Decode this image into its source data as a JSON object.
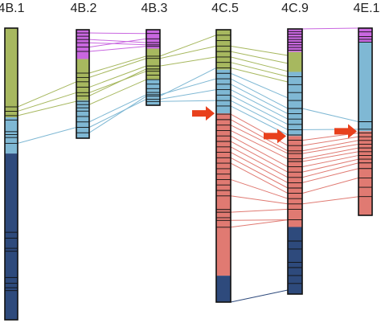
{
  "tracks": [
    {
      "label": "4B.1",
      "segments": [
        {
          "color": "#c967e0",
          "from": 0,
          "to": 0
        },
        {
          "color": "#a7b85f",
          "from": 0,
          "to": 0.306
        },
        {
          "color": "#7fb8d4",
          "from": 0.306,
          "to": 0.43
        },
        {
          "color": "#2e4a7c",
          "from": 0.43,
          "to": 1
        }
      ],
      "lines": [
        0.27,
        0.285,
        0.3,
        0.315,
        0.355,
        0.365,
        0.375,
        0.395,
        0.7,
        0.72,
        0.755,
        0.765,
        0.855,
        0.875,
        0.89,
        0.9
      ]
    },
    {
      "label": "4B.2",
      "segments": [
        {
          "color": "#c967e0",
          "from": 0,
          "to": 0.27
        },
        {
          "color": "#a7b85f",
          "from": 0.27,
          "to": 0.65
        },
        {
          "color": "#7fb8d4",
          "from": 0.65,
          "to": 1
        }
      ],
      "lines": [
        0.03,
        0.06,
        0.09,
        0.12,
        0.16,
        0.2,
        0.4,
        0.44,
        0.48,
        0.53,
        0.58,
        0.61,
        0.66,
        0.69,
        0.72,
        0.75,
        0.8,
        0.85,
        0.9,
        0.95
      ]
    },
    {
      "label": "4B.3",
      "segments": [
        {
          "color": "#c967e0",
          "from": 0,
          "to": 0.25
        },
        {
          "color": "#a7b85f",
          "from": 0.25,
          "to": 0.66
        },
        {
          "color": "#7fb8d4",
          "from": 0.66,
          "to": 1
        }
      ],
      "lines": [
        0.05,
        0.12,
        0.17,
        0.2,
        0.22,
        0.35,
        0.38,
        0.48,
        0.52,
        0.55,
        0.6,
        0.66,
        0.72,
        0.78,
        0.83,
        0.86,
        0.88,
        0.92,
        0.95
      ]
    },
    {
      "label": "4C.5",
      "segments": [
        {
          "color": "#c967e0",
          "from": 0,
          "to": 0
        },
        {
          "color": "#a7b85f",
          "from": 0,
          "to": 0.147
        },
        {
          "color": "#7fb8d4",
          "from": 0.147,
          "to": 0.307
        },
        {
          "color": "#e07a72",
          "from": 0.307,
          "to": 0.903
        },
        {
          "color": "#2e4a7c",
          "from": 0.903,
          "to": 1
        }
      ],
      "lines": [
        0.02,
        0.04,
        0.06,
        0.08,
        0.1,
        0.12,
        0.14,
        0.16,
        0.18,
        0.2,
        0.22,
        0.24,
        0.26,
        0.28,
        0.31,
        0.33,
        0.35,
        0.37,
        0.39,
        0.41,
        0.43,
        0.45,
        0.47,
        0.49,
        0.51,
        0.53,
        0.55,
        0.57,
        0.59,
        0.61,
        0.66,
        0.67,
        0.69,
        0.7,
        0.725
      ]
    },
    {
      "label": "4C.9",
      "segments": [
        {
          "color": "#c967e0",
          "from": 0,
          "to": 0.087
        },
        {
          "color": "#a7b85f",
          "from": 0.087,
          "to": 0.162
        },
        {
          "color": "#7fb8d4",
          "from": 0.162,
          "to": 0.404
        },
        {
          "color": "#e07a72",
          "from": 0.404,
          "to": 0.747
        },
        {
          "color": "#2e4a7c",
          "from": 0.747,
          "to": 1
        }
      ],
      "lines": [
        0.01,
        0.02,
        0.03,
        0.04,
        0.05,
        0.06,
        0.07,
        0.08,
        0.18,
        0.21,
        0.24,
        0.27,
        0.3,
        0.32,
        0.34,
        0.36,
        0.38,
        0.4,
        0.42,
        0.44,
        0.46,
        0.47,
        0.49,
        0.5,
        0.52,
        0.54,
        0.56,
        0.58,
        0.6,
        0.62,
        0.64,
        0.66,
        0.68,
        0.72,
        0.8,
        0.83,
        0.88,
        0.9,
        0.93,
        0.96
      ]
    },
    {
      "label": "4E.1",
      "segments": [
        {
          "color": "#c967e0",
          "from": 0,
          "to": 0.075
        },
        {
          "color": "#7fb8d4",
          "from": 0.075,
          "to": 0.551
        },
        {
          "color": "#e07a72",
          "from": 0.551,
          "to": 1
        }
      ],
      "lines": [
        0.02,
        0.045,
        0.06,
        0.075,
        0.5,
        0.54,
        0.56,
        0.58,
        0.6,
        0.62,
        0.64,
        0.66,
        0.68,
        0.7,
        0.72,
        0.75,
        0.8,
        0.85,
        0.9
      ]
    }
  ],
  "connections": [
    {
      "from": 1,
      "to": 2,
      "color": "#c967e0",
      "pairs": [
        [
          0.03,
          0.05
        ],
        [
          0.09,
          0.17
        ],
        [
          0.12,
          0.2
        ],
        [
          0.2,
          0.22
        ],
        [
          0.16,
          0.12
        ]
      ]
    },
    {
      "from": 4,
      "to": 5,
      "color": "#c967e0",
      "pairs": [
        [
          0.0,
          0.0
        ]
      ]
    },
    {
      "from": 0,
      "to": 1,
      "color": "#a7b85f",
      "pairs": [
        [
          0.27,
          0.48
        ],
        [
          0.285,
          0.58
        ],
        [
          0.3,
          0.66
        ]
      ]
    },
    {
      "from": 0,
      "to": 1,
      "color": "#7fb8d4",
      "pairs": [
        [
          0.395,
          0.9
        ]
      ]
    },
    {
      "from": 1,
      "to": 2,
      "color": "#a7b85f",
      "pairs": [
        [
          0.4,
          0.35
        ],
        [
          0.44,
          0.38
        ],
        [
          0.53,
          0.48
        ],
        [
          0.58,
          0.55
        ],
        [
          0.61,
          0.52
        ],
        [
          0.69,
          0.66
        ]
      ]
    },
    {
      "from": 1,
      "to": 2,
      "color": "#7fb8d4",
      "pairs": [
        [
          0.85,
          0.86
        ],
        [
          0.9,
          0.92
        ],
        [
          0.95,
          0.88
        ]
      ]
    },
    {
      "from": 2,
      "to": 3,
      "color": "#a7b85f",
      "pairs": [
        [
          0.35,
          0.02
        ],
        [
          0.38,
          0.06
        ],
        [
          0.48,
          0.1
        ]
      ]
    },
    {
      "from": 2,
      "to": 3,
      "color": "#7fb8d4",
      "pairs": [
        [
          0.86,
          0.18
        ],
        [
          0.92,
          0.22
        ],
        [
          0.95,
          0.26
        ],
        [
          0.88,
          0.14
        ]
      ]
    },
    {
      "from": 3,
      "to": 4,
      "color": "#a7b85f",
      "pairs": [
        [
          0.06,
          0.1
        ],
        [
          0.08,
          0.13
        ],
        [
          0.1,
          0.16
        ],
        [
          0.12,
          0.18
        ],
        [
          0.14,
          0.2
        ]
      ]
    },
    {
      "from": 3,
      "to": 4,
      "color": "#7fb8d4",
      "pairs": [
        [
          0.16,
          0.26
        ],
        [
          0.18,
          0.3
        ],
        [
          0.2,
          0.32
        ],
        [
          0.22,
          0.34
        ],
        [
          0.24,
          0.36
        ],
        [
          0.26,
          0.38
        ],
        [
          0.28,
          0.4
        ]
      ]
    },
    {
      "from": 3,
      "to": 4,
      "color": "#e07a72",
      "pairs": [
        [
          0.31,
          0.44
        ],
        [
          0.33,
          0.46
        ],
        [
          0.35,
          0.47
        ],
        [
          0.37,
          0.49
        ],
        [
          0.39,
          0.52
        ],
        [
          0.41,
          0.54
        ],
        [
          0.43,
          0.56
        ],
        [
          0.45,
          0.58
        ],
        [
          0.47,
          0.6
        ],
        [
          0.49,
          0.62
        ],
        [
          0.55,
          0.64
        ],
        [
          0.61,
          0.66
        ],
        [
          0.67,
          0.68
        ],
        [
          0.7,
          0.72
        ],
        [
          0.725,
          0.72
        ]
      ]
    },
    {
      "from": 3,
      "to": 4,
      "color": "#2e4a7c",
      "pairs": [
        [
          1.0,
          0.985
        ]
      ]
    },
    {
      "from": 4,
      "to": 5,
      "color": "#7fb8d4",
      "pairs": [
        [
          0.3,
          0.5
        ],
        [
          0.38,
          0.54
        ]
      ]
    },
    {
      "from": 4,
      "to": 5,
      "color": "#e07a72",
      "pairs": [
        [
          0.42,
          0.56
        ],
        [
          0.44,
          0.58
        ],
        [
          0.46,
          0.6
        ],
        [
          0.47,
          0.62
        ],
        [
          0.49,
          0.64
        ],
        [
          0.5,
          0.66
        ],
        [
          0.52,
          0.68
        ],
        [
          0.54,
          0.7
        ],
        [
          0.56,
          0.72
        ],
        [
          0.58,
          0.75
        ],
        [
          0.62,
          0.8
        ],
        [
          0.66,
          0.9
        ]
      ]
    }
  ],
  "arrows": [
    {
      "track": 3,
      "at": 0.307
    },
    {
      "track": 4,
      "at": 0.404
    },
    {
      "track": 5,
      "at": 0.551
    }
  ]
}
